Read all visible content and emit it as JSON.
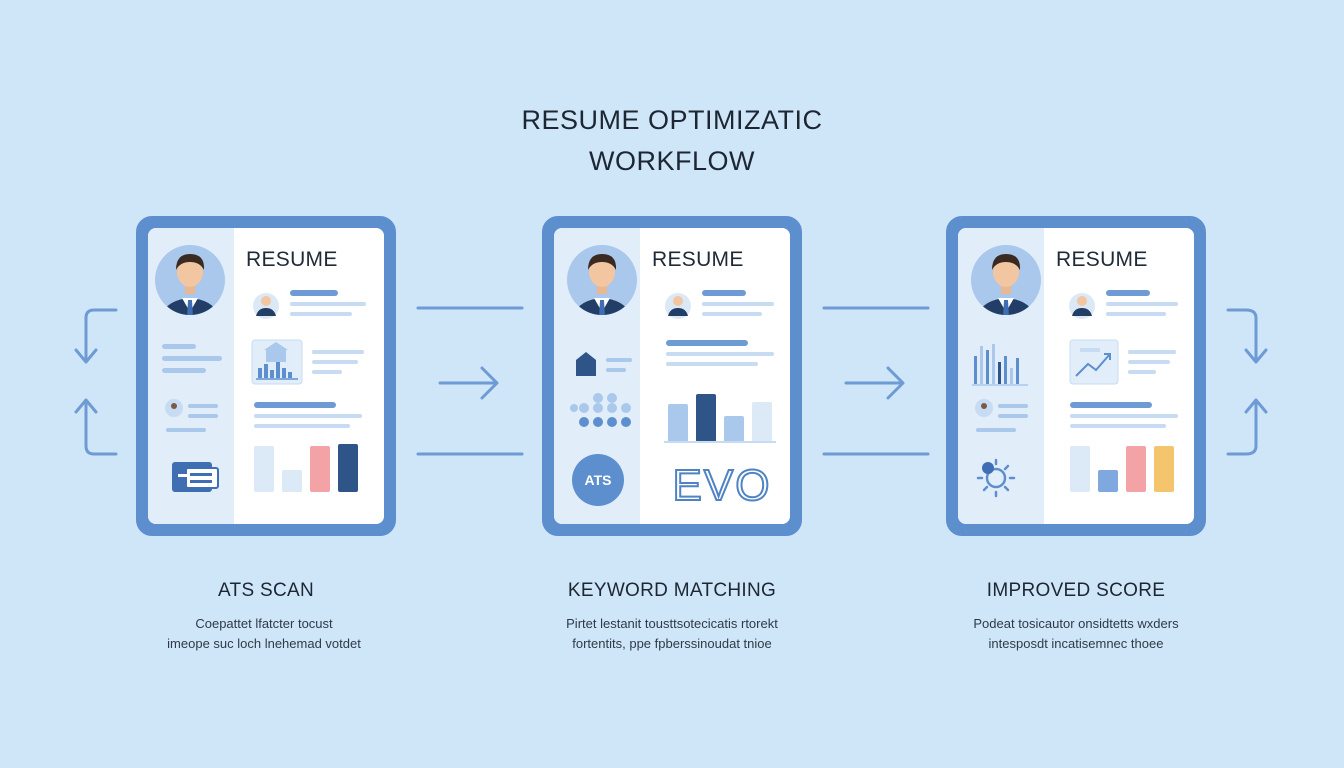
{
  "title": {
    "line1": "RESUME OPTIMIZATIC",
    "line2": "WORKFLOW"
  },
  "steps": [
    {
      "card_label": "RESUME",
      "badge": "",
      "title": "ATS SCAN",
      "desc_line1": "Coepattet lfatcter tocust",
      "desc_line2": "imeope suc loch lnehemad votdet"
    },
    {
      "card_label": "RESUME",
      "badge": "ATS",
      "logo_text": "EVO",
      "title": "KEYWORD MATCHING",
      "desc_line1": "Pirtet lestanit tousttsotecicatis rtorekt",
      "desc_line2": "fortentits, ppe fpberssinoudat tnioe"
    },
    {
      "card_label": "RESUME",
      "badge": "",
      "title": "IMPROVED SCORE",
      "desc_line1": "Podeat tosicautor onsidtetts wxders",
      "desc_line2": "intesposdt incatisemnec thoee"
    }
  ],
  "colors": {
    "background": "#cfe6f9",
    "accent": "#5d8fcf",
    "dark_navy": "#2f5487",
    "pink": "#f3a2a6",
    "amber": "#f5c56e",
    "light_blue": "#a9c8ec"
  },
  "icons": [
    "person-avatar-icon",
    "arrow-right-icon",
    "loop-arrows-icon",
    "bar-chart-icon",
    "gear-icon",
    "building-icon",
    "id-card-icon"
  ]
}
